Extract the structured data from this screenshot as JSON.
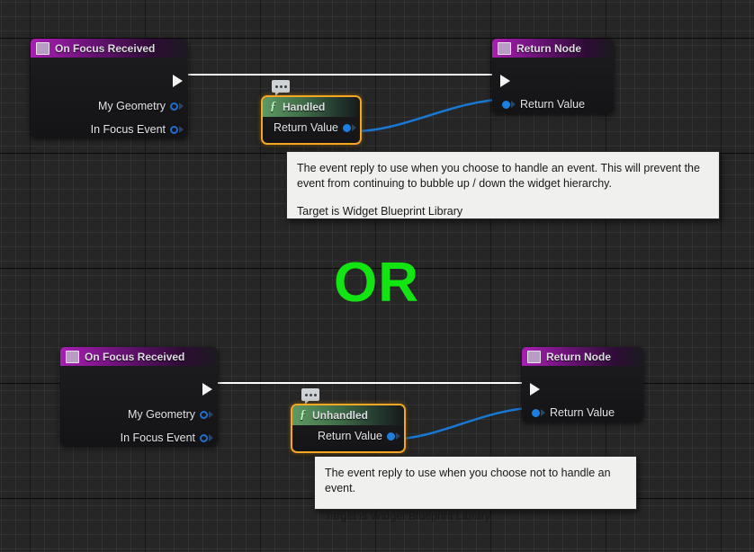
{
  "canvas": {
    "background_color": "#262626",
    "grid_minor_color": "#333333",
    "grid_major_color": "#0a0a0a"
  },
  "or_label": {
    "text": "OR",
    "color": "#13e513"
  },
  "graphs": [
    {
      "id": "handled-graph",
      "event_node": {
        "title": "On Focus Received",
        "header_color": "#a81fb3",
        "icon": "event-node-icon",
        "exec_out": "",
        "outputs": [
          {
            "label": "My Geometry",
            "pin_type": "struct",
            "pin_color": "#1d6fd0"
          },
          {
            "label": "In Focus Event",
            "pin_type": "struct",
            "pin_color": "#1d6fd0"
          }
        ]
      },
      "function_node": {
        "title": "Handled",
        "icon": "function-f-icon",
        "header_color": "#5e9a63",
        "selected": true,
        "selection_color": "#f5a623",
        "comment_bubble": "comment-bubble-icon",
        "outputs": [
          {
            "label": "Return Value",
            "pin_type": "struct",
            "pin_color": "#1b7fe0"
          }
        ]
      },
      "return_node": {
        "title": "Return Node",
        "header_color": "#a81fb3",
        "icon": "return-node-icon",
        "exec_in": "",
        "inputs": [
          {
            "label": "Return Value",
            "pin_type": "struct",
            "pin_color": "#1b7fe0"
          }
        ]
      },
      "tooltip": {
        "paragraphs": [
          "The event reply to use when you choose to handle an event.  This will prevent the event from continuing to bubble up / down the widget hierarchy.",
          "Target is Widget Blueprint Library"
        ]
      }
    },
    {
      "id": "unhandled-graph",
      "event_node": {
        "title": "On Focus Received",
        "header_color": "#a81fb3",
        "icon": "event-node-icon",
        "exec_out": "",
        "outputs": [
          {
            "label": "My Geometry",
            "pin_type": "struct",
            "pin_color": "#1d6fd0"
          },
          {
            "label": "In Focus Event",
            "pin_type": "struct",
            "pin_color": "#1d6fd0"
          }
        ]
      },
      "function_node": {
        "title": "Unhandled",
        "icon": "function-f-icon",
        "header_color": "#5e9a63",
        "selected": true,
        "selection_color": "#f5a623",
        "comment_bubble": "comment-bubble-icon",
        "outputs": [
          {
            "label": "Return Value",
            "pin_type": "struct",
            "pin_color": "#1b7fe0"
          }
        ]
      },
      "return_node": {
        "title": "Return Node",
        "header_color": "#a81fb3",
        "icon": "return-node-icon",
        "exec_in": "",
        "inputs": [
          {
            "label": "Return Value",
            "pin_type": "struct",
            "pin_color": "#1b7fe0"
          }
        ]
      },
      "tooltip": {
        "paragraphs": [
          "The event reply to use when you choose not to handle an event.",
          "Target is Widget Blueprint Library"
        ]
      }
    }
  ],
  "wires": {
    "exec_color": "#ffffff",
    "data_color": "#1878d4"
  }
}
